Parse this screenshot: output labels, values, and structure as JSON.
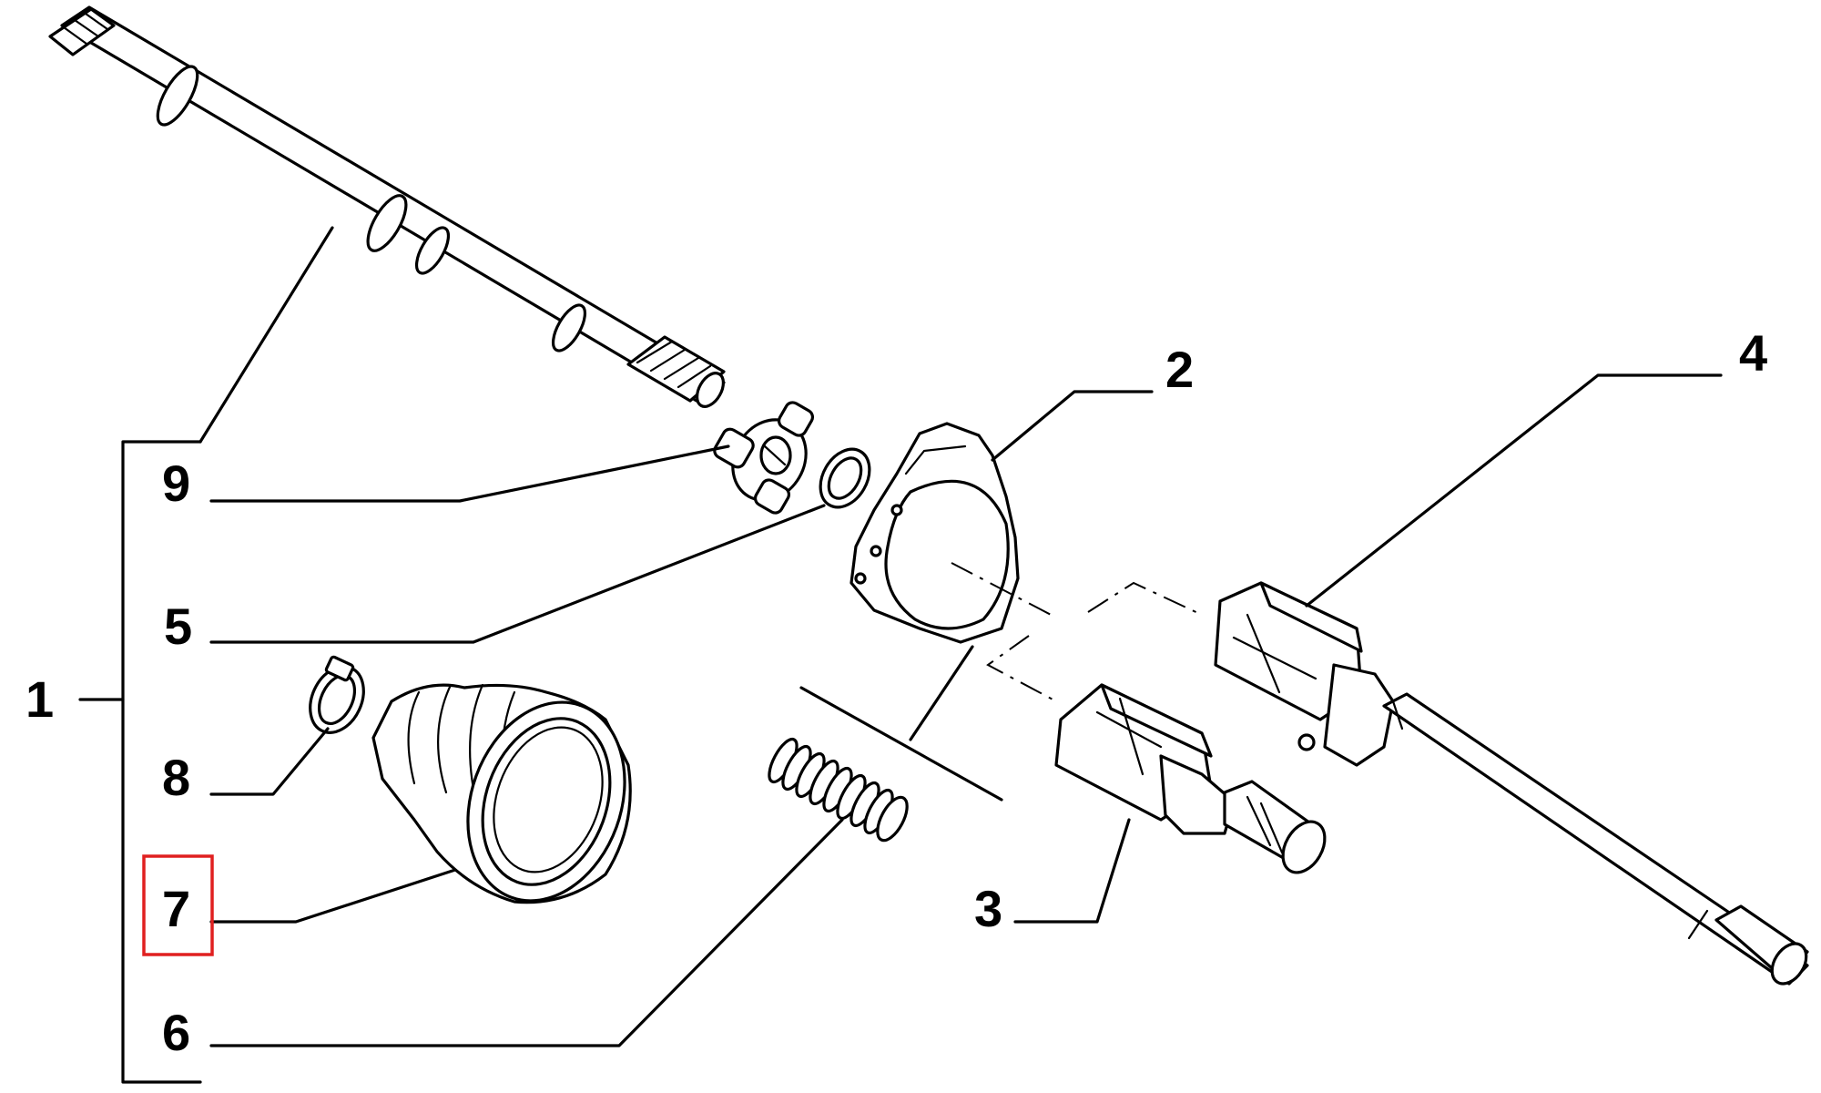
{
  "diagram": {
    "labels": {
      "n1": "1",
      "n2": "2",
      "n3": "3",
      "n4": "4",
      "n5": "5",
      "n6": "6",
      "n7": "7",
      "n8": "8",
      "n9": "9"
    },
    "highlight": {
      "label": "n7",
      "color": "#e02020"
    }
  }
}
